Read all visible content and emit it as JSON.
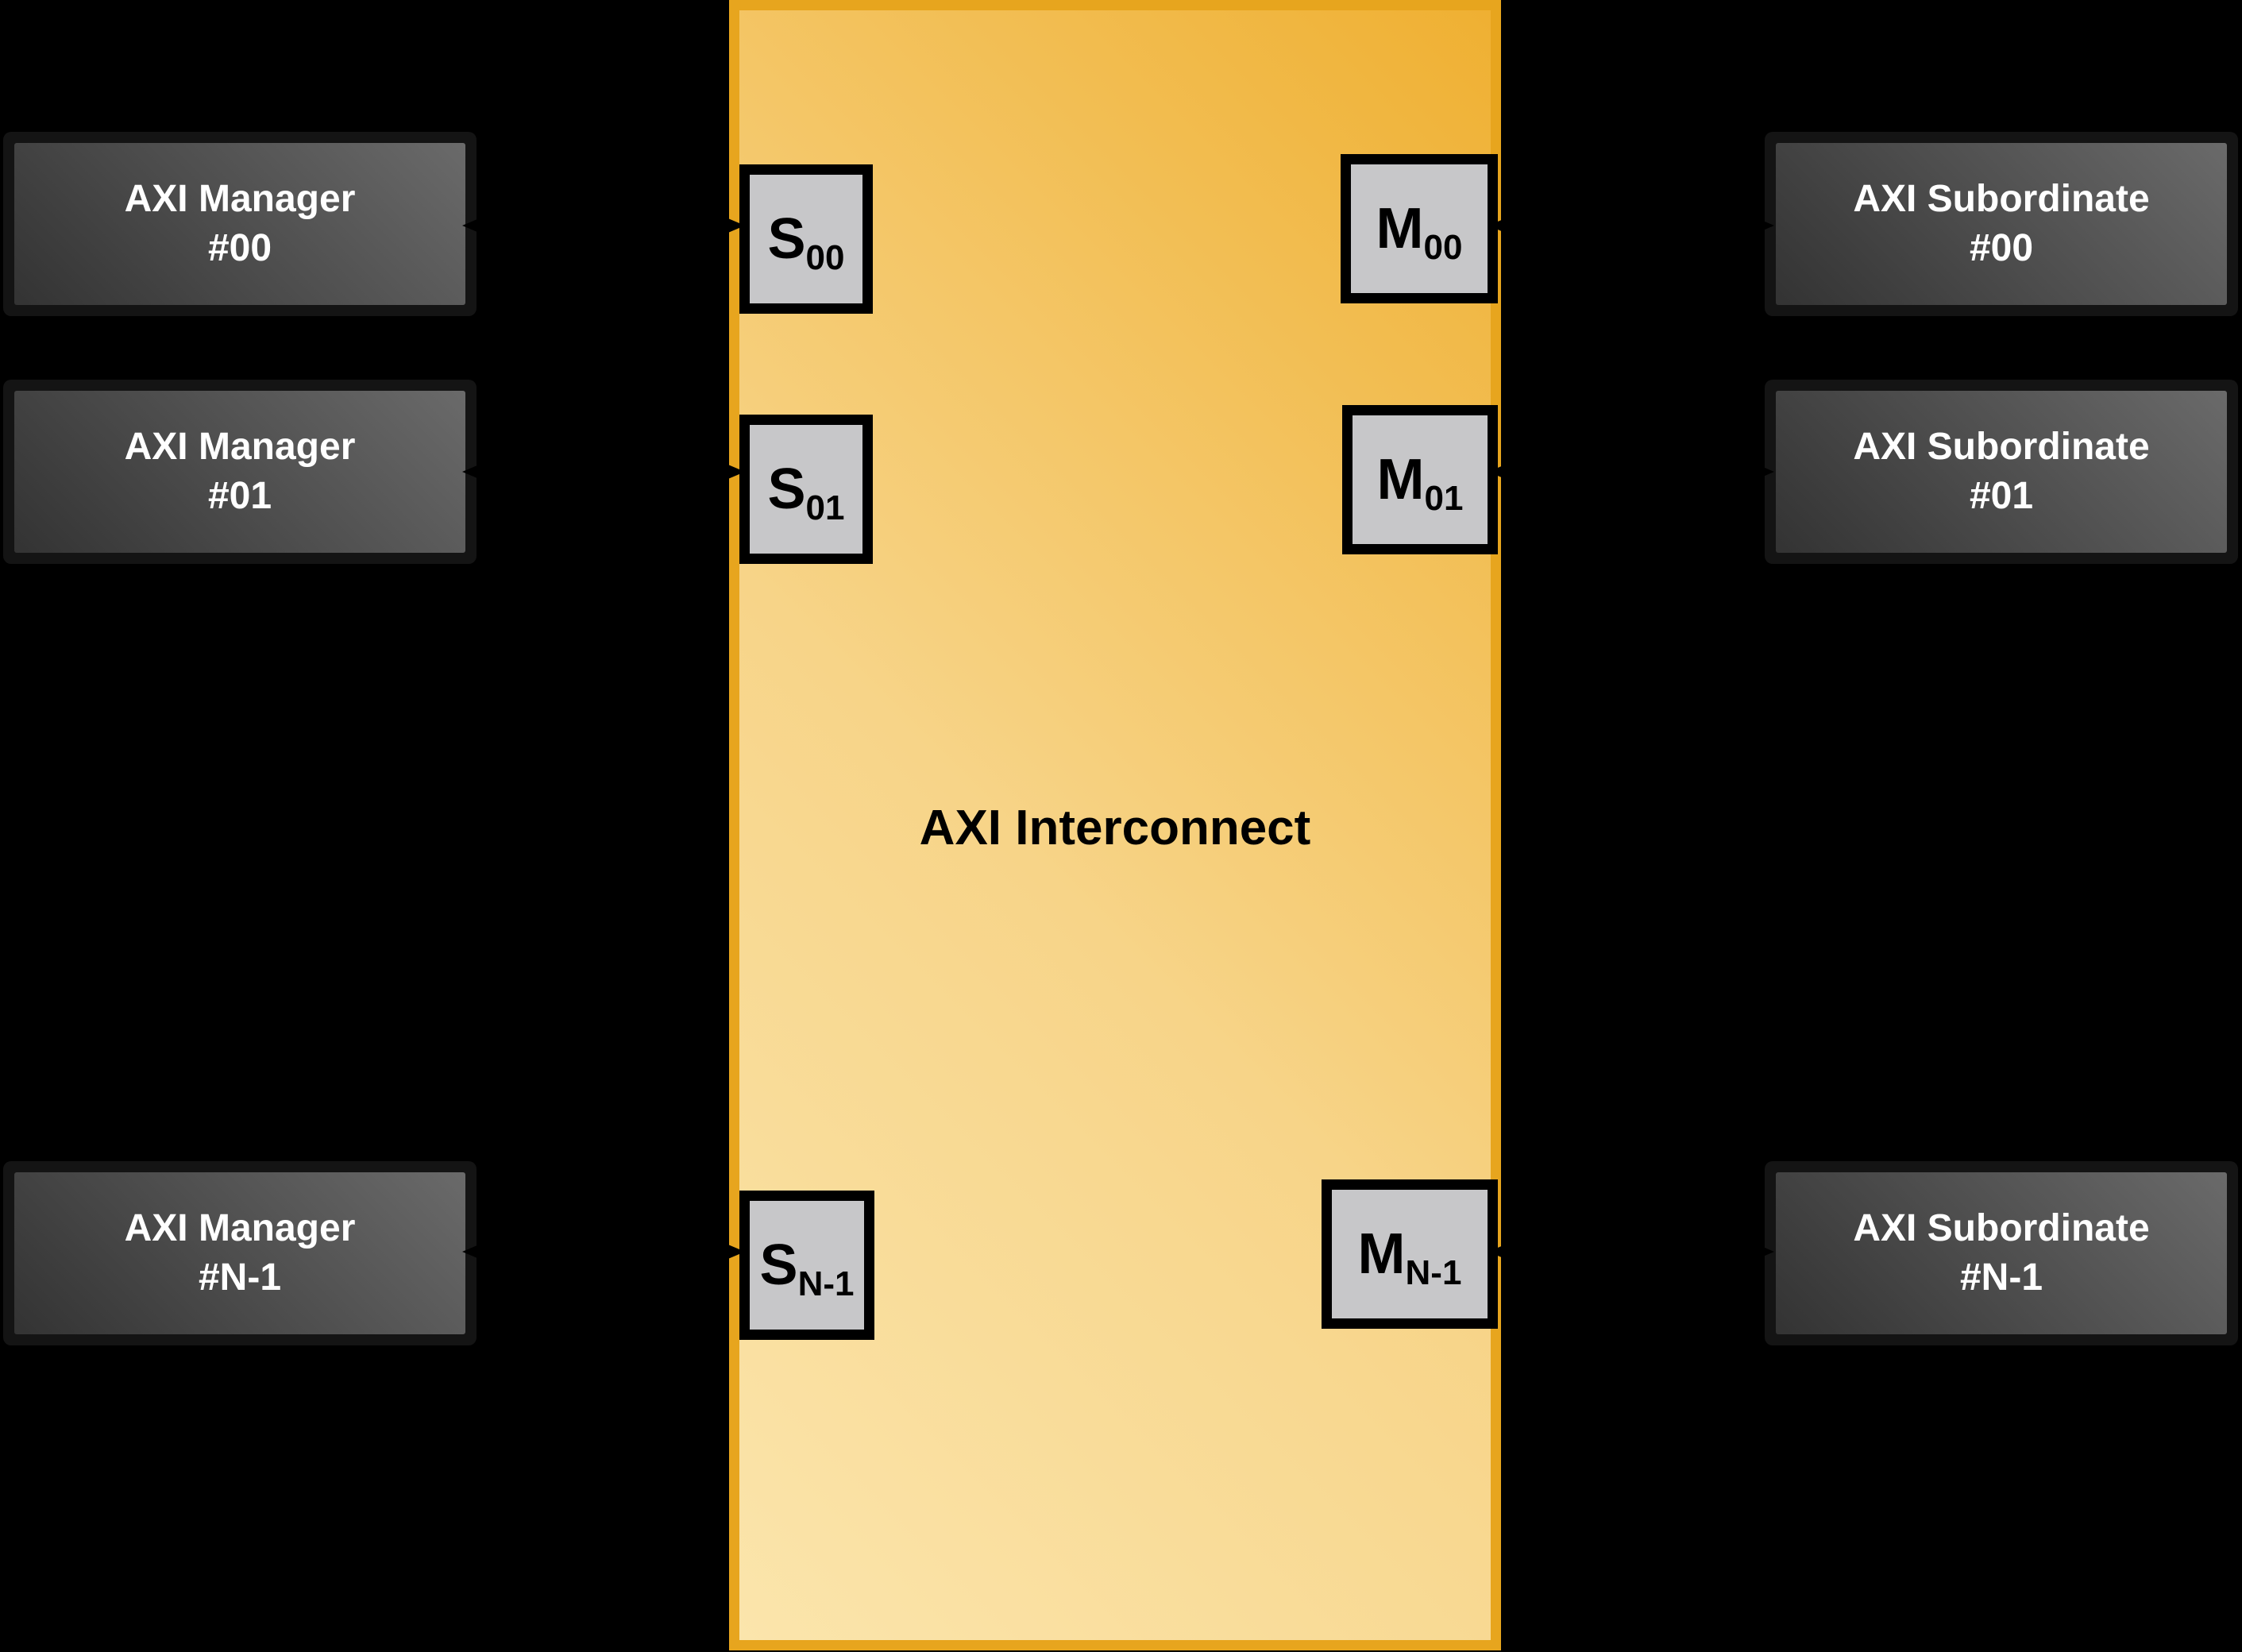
{
  "diagram": {
    "title": "AXI Interconnect"
  },
  "managers": [
    {
      "line1": "AXI Manager",
      "line2": "#00"
    },
    {
      "line1": "AXI Manager",
      "line2": "#01"
    },
    {
      "line1": "AXI Manager",
      "line2": "#N-1"
    }
  ],
  "subordinates": [
    {
      "line1": "AXI Subordinate",
      "line2": "#00"
    },
    {
      "line1": "AXI Subordinate",
      "line2": "#01"
    },
    {
      "line1": "AXI Subordinate",
      "line2": "#N-1"
    }
  ],
  "slave_ports": [
    {
      "letter": "S",
      "sub": "00"
    },
    {
      "letter": "S",
      "sub": "01"
    },
    {
      "letter": "S",
      "sub": "N-1"
    }
  ],
  "master_ports": [
    {
      "letter": "M",
      "sub": "00"
    },
    {
      "letter": "M",
      "sub": "01"
    },
    {
      "letter": "M",
      "sub": "N-1"
    }
  ],
  "colors": {
    "background": "#000000",
    "gold_border": "#E7A51E",
    "ic_light": "#FBE5AC",
    "ic_mid": "#F7D488",
    "ic_dark": "#EFB032",
    "port_fill": "#C7C7C9",
    "frame_dark": "#141414",
    "box_grad_dark": "#333333",
    "box_grad_light": "#6A6A6A",
    "text_light": "#FFFFFF",
    "text_dark": "#000000"
  }
}
